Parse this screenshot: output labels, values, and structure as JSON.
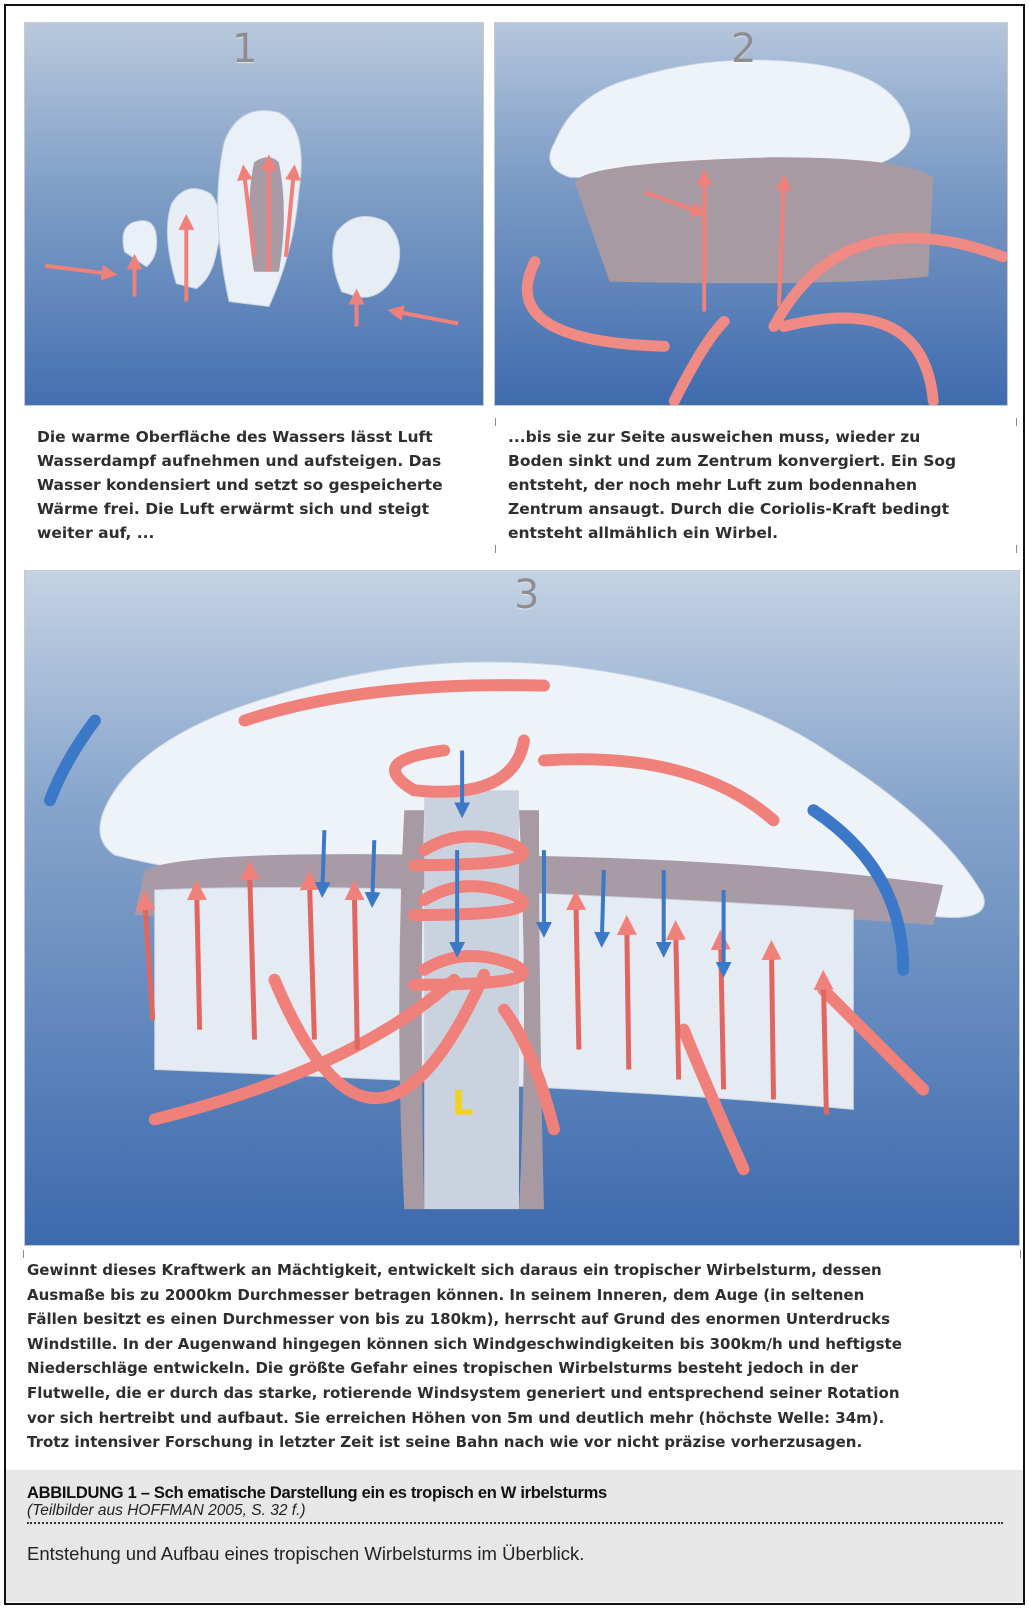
{
  "panels": [
    {
      "number": "1",
      "caption": "Die warme Oberfläche des Wassers lässt Luft\nWasserdampf aufnehmen und aufsteigen. Das\nWasser kondensiert und setzt so gespeicherte\nWärme frei. Die Luft erwärmt sich und steigt\nweiter auf, ..."
    },
    {
      "number": "2",
      "caption": "...bis sie zur Seite ausweichen muss, wieder zu\nBoden sinkt und zum Zentrum konvergiert. Ein Sog\nentsteht, der noch mehr Luft zum bodennahen\nZentrum ansaugt. Durch die Coriolis-Kraft bedingt\nentsteht allmählich ein Wirbel."
    },
    {
      "number": "3",
      "caption": "Gewinnt dieses Kraftwerk an Mächtigkeit, entwickelt sich daraus ein tropischer Wirbelsturm, dessen\nAusmaße bis zu 2000km Durchmesser betragen können. In seinem Inneren, dem Auge (in seltenen\nFällen besitzt es einen Durchmesser von bis zu 180km), herrscht auf Grund des enormen Unterdrucks\nWindstille. In der Augenwand hingegen können sich Windgeschwindigkeiten bis 300km/h und heftigste\nNiederschläge entwickeln. Die größte Gefahr eines tropischen Wirbelsturms besteht jedoch in der\nFlutwelle, die er durch das starke, rotierende Windsystem generiert und entsprechend seiner Rotation\nvor sich hertreibt und aufbaut. Sie erreichen Höhen von 5m und deutlich mehr (höchste Welle: 34m).\nTrotz intensiver Forschung in letzter Zeit ist seine Bahn nach wie vor nicht präzise vorherzusagen."
    }
  ],
  "low_pressure_label": "L",
  "figure": {
    "title": "ABBILDUNG 1 – Sch ematische Darstellung ein es tropisch en W irbelsturms",
    "source": "(Teilbilder aus HOFFMAN 2005, S. 32 f.)",
    "description": "Entstehung und Aufbau eines  tropischen Wirbelsturms im Überblick."
  },
  "colors": {
    "sea": "#4f7fc0",
    "cloud": "#eef3f9",
    "cloud_core": "#a79aa3",
    "warm_arrow": "#f0807a",
    "cold_arrow": "#3c78c8",
    "low_label": "#f2d21c"
  }
}
